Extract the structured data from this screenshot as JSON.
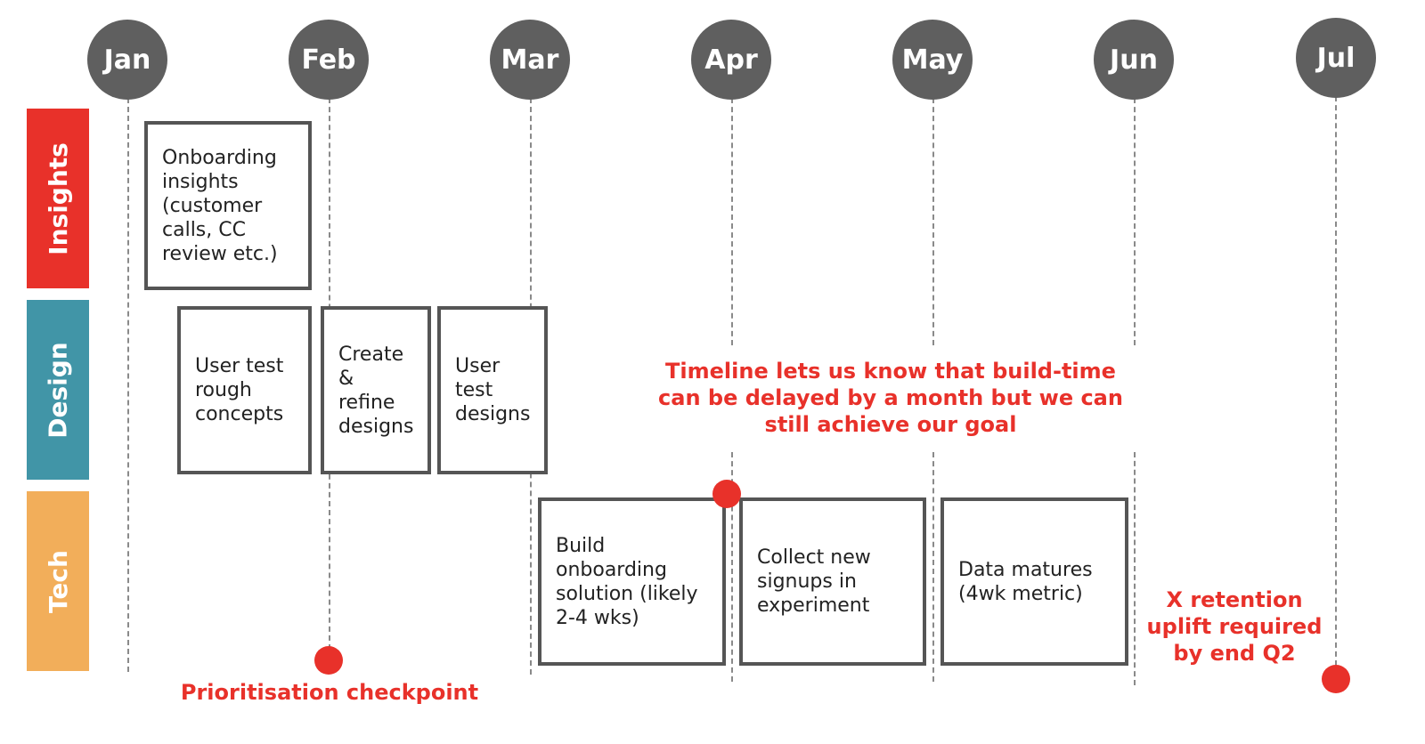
{
  "months": [
    "Jan",
    "Feb",
    "Mar",
    "Apr",
    "May",
    "Jun",
    "Jul"
  ],
  "lanes": [
    {
      "label": "Insights",
      "color": "#e8312a"
    },
    {
      "label": "Design",
      "color": "#4195a7"
    },
    {
      "label": "Tech",
      "color": "#f2ae5a"
    }
  ],
  "tasks": [
    {
      "id": "onboarding-insights",
      "lane": "Insights",
      "text": "Onboarding\ninsights\n(customer\ncalls, CC\nreview etc.)"
    },
    {
      "id": "user-test-rough-concepts",
      "lane": "Design",
      "text": "User test\nrough\nconcepts"
    },
    {
      "id": "create-refine-designs",
      "lane": "Design",
      "text": "Create\n& refine\ndesigns"
    },
    {
      "id": "user-test-designs",
      "lane": "Design",
      "text": "User\ntest\ndesigns"
    },
    {
      "id": "build-onboarding-solution",
      "lane": "Tech",
      "text": "Build\nonboarding\nsolution (likely\n2-4 wks)"
    },
    {
      "id": "collect-new-signups",
      "lane": "Tech",
      "text": "Collect new\nsignups in\nexperiment"
    },
    {
      "id": "data-matures",
      "lane": "Tech",
      "text": "Data matures\n(4wk metric)"
    }
  ],
  "annotations": {
    "timeline_note": "Timeline lets us know that build-time\ncan be delayed by a month but we can\nstill achieve our goal",
    "prioritisation": "Prioritisation checkpoint",
    "retention_goal": "X retention\nuplift required\nby end Q2"
  },
  "colors": {
    "accent_red": "#e8312a",
    "month_circle": "#5f5f5f",
    "task_border": "#555555"
  }
}
